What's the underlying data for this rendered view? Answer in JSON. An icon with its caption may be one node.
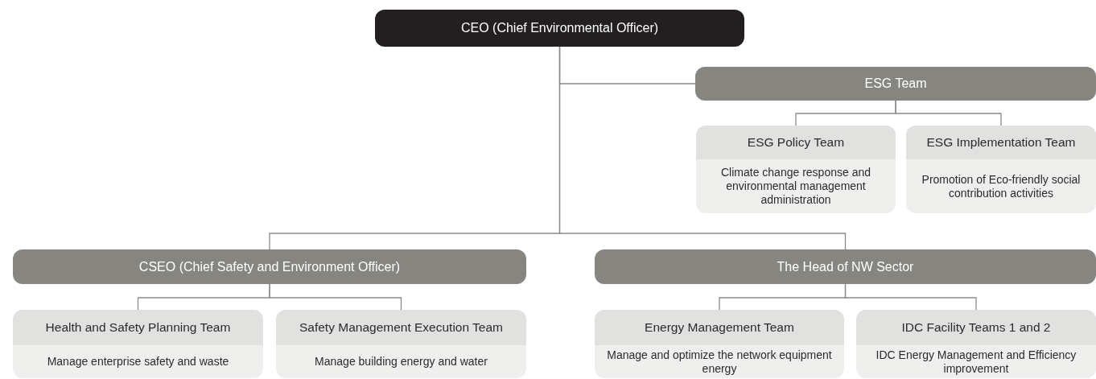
{
  "diagram": {
    "nodes": [
      {
        "text": [
          "CEO (Chief Environmental Officer)"
        ]
      },
      {
        "text": [
          "ESG Team"
        ]
      },
      {
        "text": [
          "ESG Policy Team",
          "Climate change response and environmental management administration"
        ]
      },
      {
        "text": [
          "ESG Implementation Team",
          "Promotion of Eco-friendly social contribution activities"
        ]
      },
      {
        "text": [
          "CSEO (Chief Safety and Environment Officer)"
        ]
      },
      {
        "text": [
          "The Head of NW Sector"
        ]
      },
      {
        "text": [
          "Health and Safety Planning Team",
          "Manage enterprise safety and waste"
        ]
      },
      {
        "text": [
          "Safety Management Execution Team",
          "Manage building energy and water"
        ]
      },
      {
        "text": [
          "Energy Management Team",
          "Manage and optimize the network equipment energy"
        ]
      },
      {
        "text": [
          "IDC Facility Teams 1 and 2",
          "IDC Energy Management and Efficiency improvement"
        ]
      }
    ],
    "edges": [
      {
        "from": 0,
        "to": 1,
        "arrow": "none"
      },
      {
        "from": 0,
        "to": 4,
        "arrow": "none"
      },
      {
        "from": 0,
        "to": 5,
        "arrow": "none"
      },
      {
        "from": 1,
        "to": 2,
        "arrow": "none"
      },
      {
        "from": 1,
        "to": 3,
        "arrow": "none"
      },
      {
        "from": 4,
        "to": 6,
        "arrow": "none"
      },
      {
        "from": 4,
        "to": 7,
        "arrow": "none"
      },
      {
        "from": 5,
        "to": 8,
        "arrow": "none"
      },
      {
        "from": 5,
        "to": 9,
        "arrow": "none"
      }
    ]
  }
}
